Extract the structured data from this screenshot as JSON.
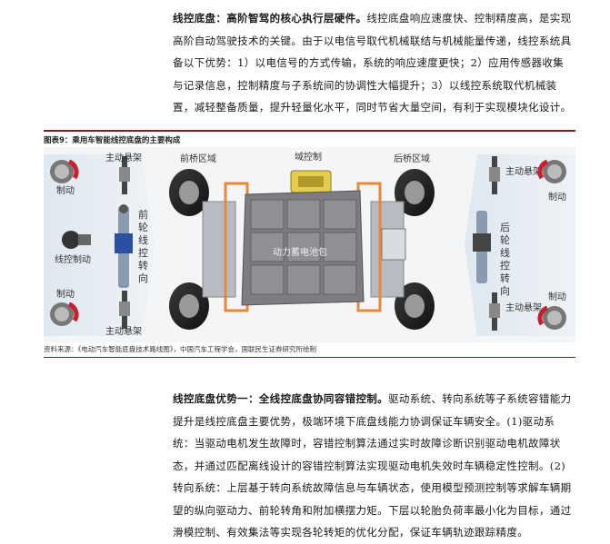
{
  "para1": {
    "bold": "线控底盘：",
    "bold2": "高阶智驾的核心执行层硬件。",
    "rest": "线控底盘响应速度快、控制精度高，是实现高阶自动驾驶技术的关键。由于以电信号取代机械联结与机械能量传递，线控系统具备以下优势：1）以电信号的方式传输，系统的响应速度更快；2）应用传感器收集与记录信息，控制精度与子系统间的协调性大幅提升；3）以线控系统取代机械装置，减轻整备质量，提升轻量化水平，同时节省大量空间，有利于实现模块化设计。"
  },
  "figure": {
    "title": "图表9：乘用车智能线控底盘的主要构成",
    "labels": {
      "front_axle": "前桥区域",
      "domain_ctrl": "域控制",
      "rear_axle": "后桥区域",
      "battery": "动力蓄电池包",
      "brake_tl": "制动",
      "suspension_tl": "主动悬架",
      "steer_front": "前轮线控转向",
      "drive_ctrl": "线控制动",
      "brake_bl": "制动",
      "suspension_bl": "主动悬架",
      "suspension_tr": "主动悬架",
      "brake_tr": "制动",
      "steer_rear": "后轮线控转向",
      "suspension_br": "主动悬架",
      "brake_br": "制动"
    },
    "source": "资料来源：《电动汽车智能底盘技术路线图》，中国汽车工程学会，国联民生证券研究所绘制"
  },
  "para2": {
    "bold": "线控底盘优势一：全线控底盘协同容错控制。",
    "rest": "驱动系统、转向系统等子系统容错能力提升是线控底盘主要优势，极端环境下底盘线能力协调保证车辆安全。(1)驱动系统：当驱动电机发生故障时，容错控制算法通过实时故障诊断识别驱动电机故障状态，并通过匹配离线设计的容错控制算法实现驱动电机失效时车辆稳定性控制。(2)转向系统：上层基于转向系统故障信息与车辆状态，使用模型预测控制等求解车辆期望的纵向驱动力、前轮转角和附加横摆力矩。下层以轮胎负荷率最小化为目标，通过滑模控制、有效集法等实现各轮转矩的优化分配，保证车辆轨迹跟踪精度。"
  },
  "colors": {
    "accent": "#8b1a1a",
    "chassis_orange": "#e8893a",
    "battery_gray": "#7b7d80",
    "brake_red": "#c8202c"
  }
}
